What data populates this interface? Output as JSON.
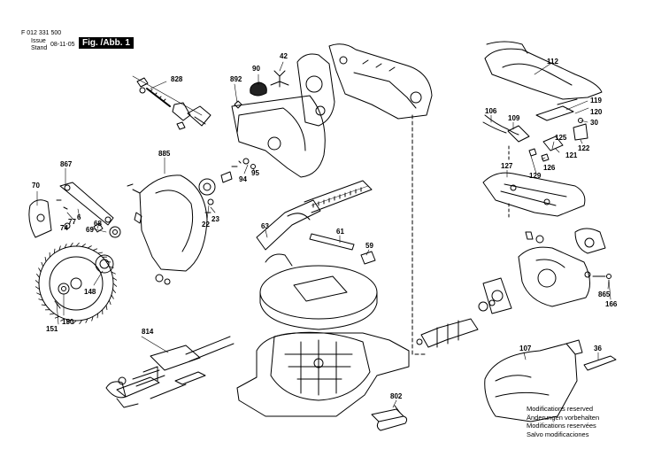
{
  "header": {
    "doc_number": "F 012 331 500",
    "issue_label": "Issue",
    "stand_label": "Stand",
    "date": "08-11-05",
    "figure": "Fig. /Abb. 1"
  },
  "callouts": [
    "828",
    "90",
    "42",
    "892",
    "867",
    "885",
    "70",
    "6",
    "77",
    "74",
    "68",
    "69",
    "94",
    "95",
    "22",
    "23",
    "63",
    "61",
    "59",
    "112",
    "119",
    "120",
    "30",
    "106",
    "109",
    "125",
    "126",
    "121",
    "122",
    "127",
    "129",
    "865",
    "166",
    "148",
    "150",
    "151",
    "814",
    "107",
    "36",
    "802"
  ],
  "notes": [
    "Modifications reserved",
    "Änderungen vorbehalten",
    "Modifications reservées",
    "Salvo modificaciones"
  ]
}
